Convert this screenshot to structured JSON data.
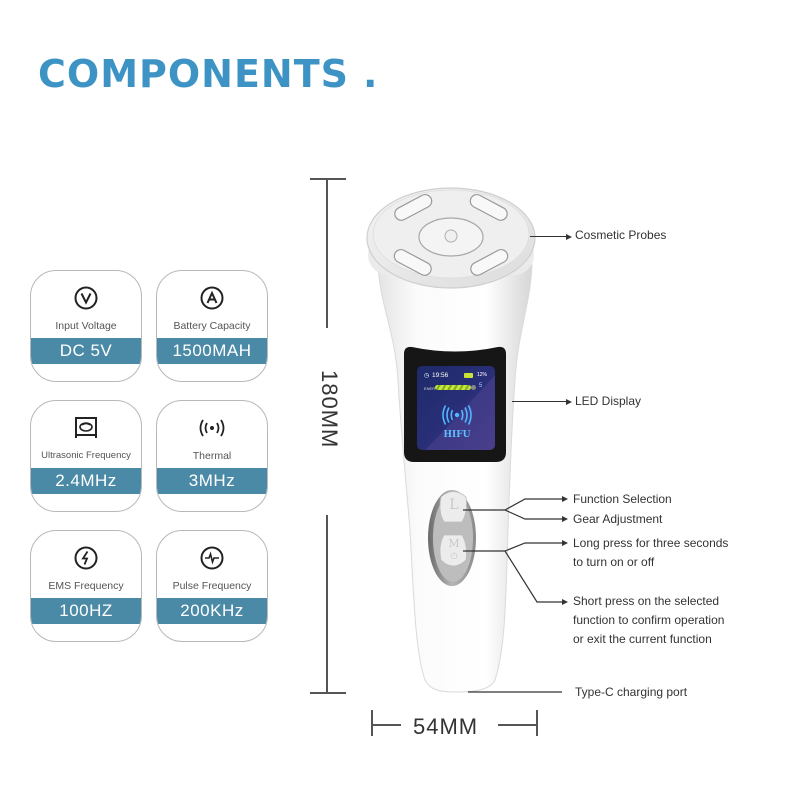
{
  "header": {
    "title": "COMPONENTS",
    "dot": ".",
    "color": "#3d93c4"
  },
  "specs": [
    {
      "icon": "volt-circle-icon",
      "glyph": "V",
      "label": "Input Voltage",
      "value": "DC 5V"
    },
    {
      "icon": "amp-circle-icon",
      "glyph": "A",
      "label": "Battery Capacity",
      "value": "1500MAH"
    },
    {
      "icon": "ultrasound-monitor-icon",
      "label": "Ultrasonic Frequency",
      "value": "2.4MHz"
    },
    {
      "icon": "radiating-waves-icon",
      "glyph": "((•))",
      "label": "Thermal",
      "value": "3MHz"
    },
    {
      "icon": "lightning-bolt-icon",
      "label": "EMS Frequency",
      "value": "100HZ"
    },
    {
      "icon": "pulse-wave-icon",
      "label": "Pulse Frequency",
      "value": "200KHz"
    }
  ],
  "spec_bar_color": "#4b8aa6",
  "dimensions": {
    "height": "180MM",
    "width": "54MM"
  },
  "display": {
    "time": "19:56",
    "battery": "12%",
    "level_label": "ENER",
    "level": "5",
    "mode": "HIFU"
  },
  "buttons": {
    "top": "L",
    "bottom": "M"
  },
  "callouts": {
    "probes": "Cosmetic Probes",
    "led": "LED Display",
    "function": "Function Selection",
    "gear": "Gear Adjustment",
    "long_press_1": "Long press for three seconds",
    "long_press_2": "to turn on or off",
    "short_press_1": "Short press on the selected",
    "short_press_2": "function to confirm operation",
    "short_press_3": "or exit the current function",
    "port": "Type-C charging port"
  }
}
